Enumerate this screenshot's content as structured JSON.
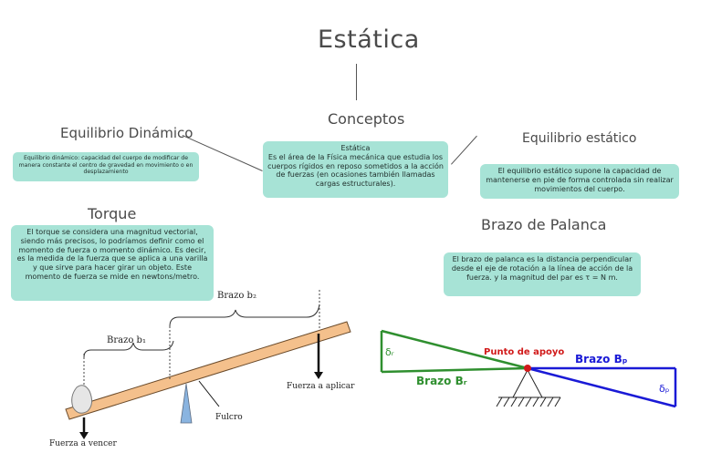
{
  "main_title": "Estática",
  "conceptos": {
    "title": "Conceptos",
    "box_heading": "Estática",
    "box_text": "Es el área de la Física mecánica que estudia los cuerpos rígidos en reposo sometidos a la acción de fuerzas (en ocasiones también llamadas cargas estructurales)."
  },
  "equilibrio_dinamico": {
    "title": "Equilibrio Dinámico",
    "box_text": "Equilibrio dinámico: capacidad del cuerpo de modificar de manera constante el centro de gravedad en movimiento o en desplazamiento"
  },
  "equilibrio_estatico": {
    "title": "Equilibrio estático",
    "box_text": "El equilibrio estático supone la capacidad de mantenerse en pie de forma controlada sin realizar movimientos del cuerpo."
  },
  "torque": {
    "title": "Torque",
    "box_text": "El torque se considera una magnitud vectorial, siendo más precisos, lo podríamos definir como el momento de fuerza o momento dinámico. Es decir, es la medida de la fuerza que se aplica a una varilla y que sirve para hacer girar un objeto. Este momento de fuerza se mide en newtons/metro."
  },
  "brazo_palanca": {
    "title": "Brazo de Palanca",
    "box_text": "El brazo de palanca es la distancia perpendicular desde el eje de rotación a la línea de acción de la fuerza. y la magnitud del par es τ = N m."
  },
  "lever_figure": {
    "brazo_b1": "Brazo b₁",
    "brazo_b2": "Brazo b₂",
    "fuerza_aplicar": "Fuerza a aplicar",
    "fuerza_vencer": "Fuerza a vencer",
    "fulcro": "Fulcro"
  },
  "seesaw_figure": {
    "punto_apoyo": "Punto de apoyo",
    "brazo_bp": "Brazo Bₚ",
    "brazo_br": "Brazo Bᵣ",
    "delta_r": "δᵣ",
    "delta_p": "δₚ",
    "colors": {
      "green": "#2f8f2f",
      "blue": "#1a1ad6",
      "red": "#d11a1a"
    }
  }
}
